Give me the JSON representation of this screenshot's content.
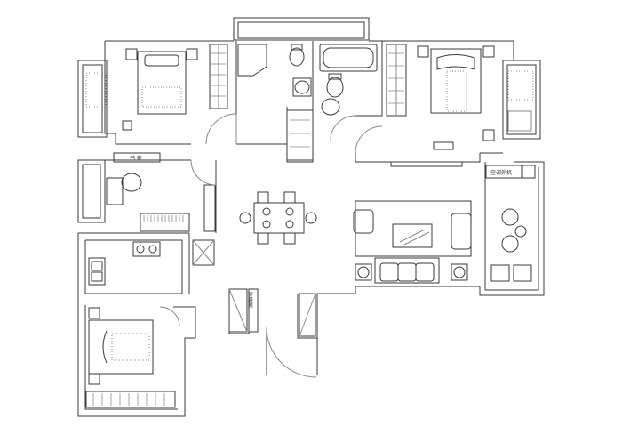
{
  "labels": {
    "study_desk": "书  柜",
    "shoe_cabinet": "穿鞋凳",
    "ac_unit": "空调外机"
  },
  "colors": {
    "line": "#3a3a3a",
    "light_line": "#8a8a8a",
    "background": "#ffffff"
  }
}
